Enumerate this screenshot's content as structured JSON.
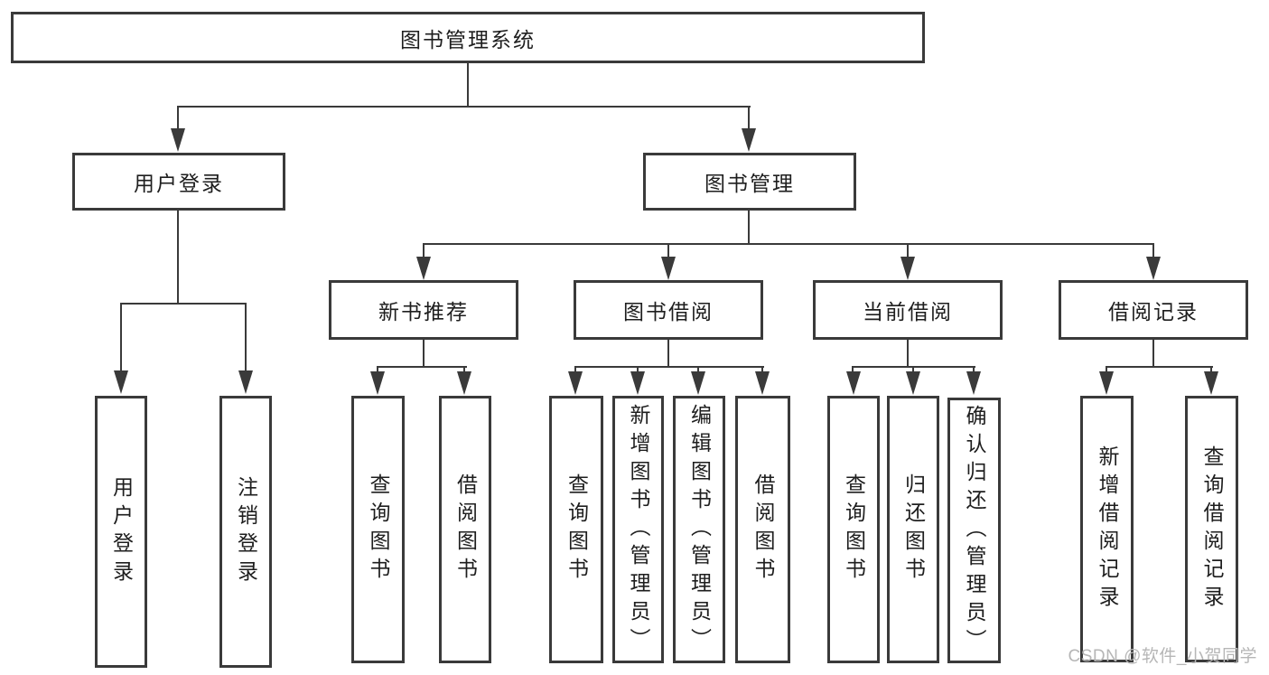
{
  "tree": {
    "root": "图书管理系统",
    "branches": [
      {
        "label": "用户登录",
        "children": [
          "用户登录",
          "注销登录"
        ]
      },
      {
        "label": "图书管理",
        "groups": [
          {
            "label": "新书推荐",
            "children": [
              "查询图书",
              "借阅图书"
            ]
          },
          {
            "label": "图书借阅",
            "children": [
              "查询图书",
              "新增图书（管理员）",
              "编辑图书（管理员）",
              "借阅图书"
            ]
          },
          {
            "label": "当前借阅",
            "children": [
              "查询图书",
              "归还图书",
              "确认归还（管理员）"
            ]
          },
          {
            "label": "借阅记录",
            "children": [
              "新增借阅记录",
              "查询借阅记录"
            ]
          }
        ]
      }
    ]
  },
  "colors": {
    "line": "#3a3a3a",
    "text": "#1e1e1e",
    "watermark": "#b6b6b6",
    "background": "#ffffff"
  },
  "watermark": "CSDN @软件_小贺同学"
}
